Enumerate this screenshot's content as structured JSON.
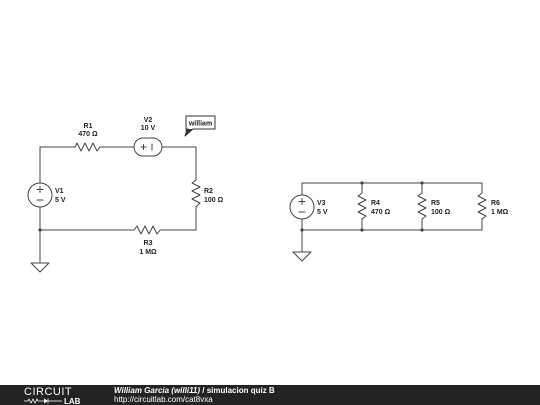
{
  "circuit_left": {
    "r1": {
      "name": "R1",
      "value": "470 Ω"
    },
    "v2": {
      "name": "V2",
      "value": "10 V"
    },
    "r2": {
      "name": "R2",
      "value": "100 Ω"
    },
    "v1": {
      "name": "V1",
      "value": "5 V"
    },
    "r3": {
      "name": "R3",
      "value": "1 MΩ"
    },
    "label": "william"
  },
  "circuit_right": {
    "v3": {
      "name": "V3",
      "value": "5 V"
    },
    "r4": {
      "name": "R4",
      "value": "470 Ω"
    },
    "r5": {
      "name": "R5",
      "value": "100 Ω"
    },
    "r6": {
      "name": "R6",
      "value": "1 MΩ"
    }
  },
  "footer": {
    "logo_top": "CIRCUIT",
    "logo_bottom": "LAB",
    "author": "William Garcia (willi11)",
    "separator": " / ",
    "title": "simulacion quiz B",
    "url": "http://circuitlab.com/cat8vxa"
  },
  "colors": {
    "wire": "#444444",
    "footer_bg": "#232323"
  }
}
